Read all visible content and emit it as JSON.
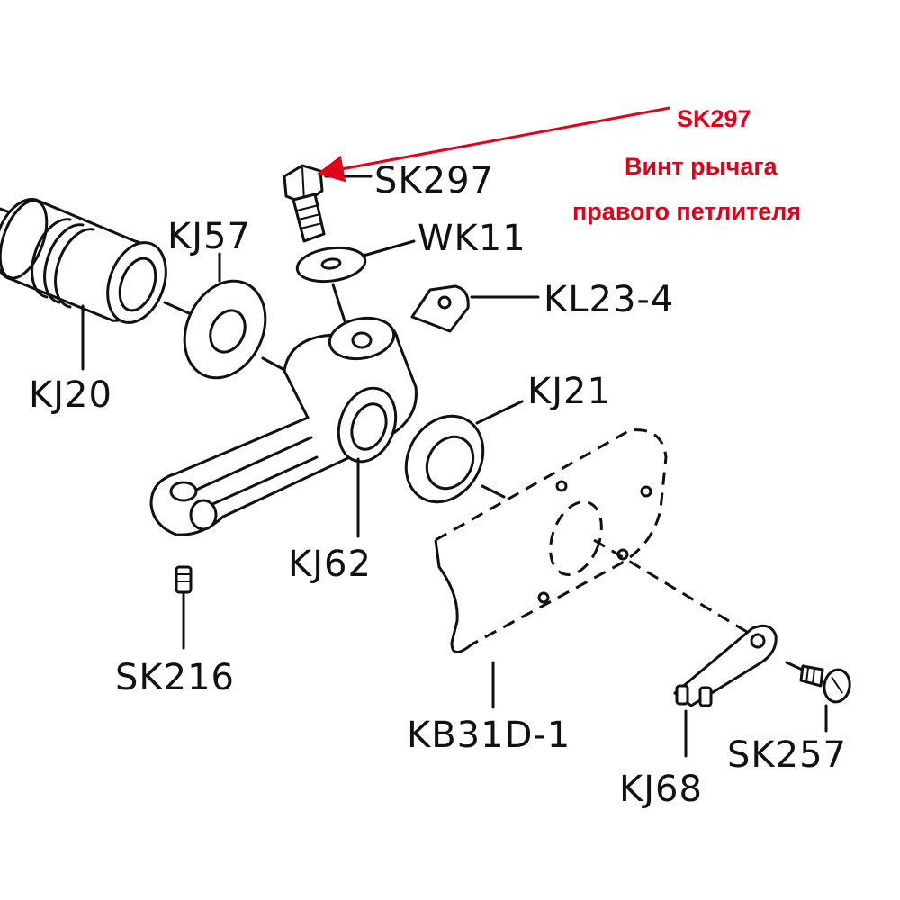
{
  "parts": {
    "kj20": "KJ20",
    "kj57": "KJ57",
    "sk297": "SK297",
    "wk11": "WK11",
    "kl23_4": "KL23-4",
    "kj21": "KJ21",
    "kj62": "KJ62",
    "sk216": "SK216",
    "kb31d_1": "KB31D-1",
    "kj68": "KJ68",
    "sk257": "SK257"
  },
  "callout": {
    "code": "SK297",
    "line1": "Винт рычага",
    "line2": "правого петлителя",
    "color": "#e0001a"
  }
}
